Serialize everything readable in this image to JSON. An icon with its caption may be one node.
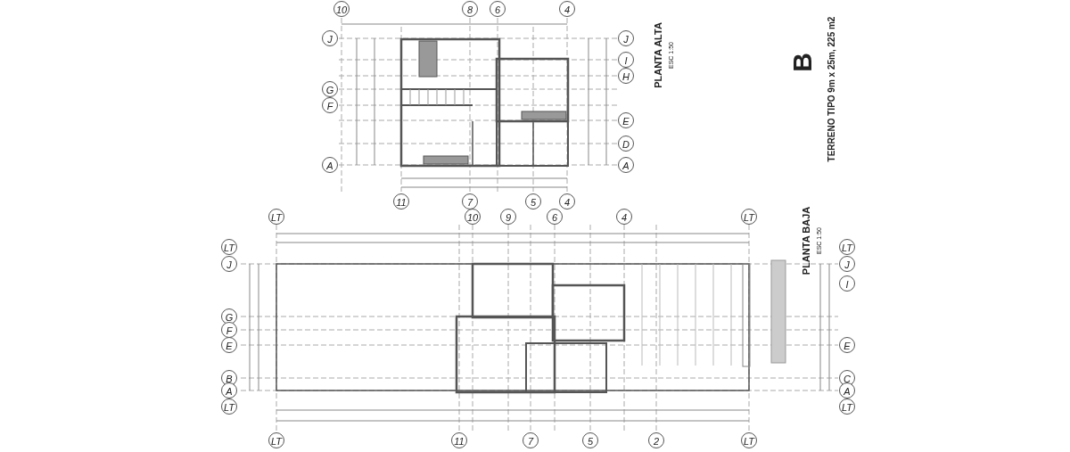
{
  "diagram": {
    "labels": [
      "10",
      "8",
      "6",
      "4",
      "J",
      "G",
      "F",
      "A",
      "J",
      "I",
      "H",
      "E",
      "D",
      "A",
      "PLANTA ALTA",
      "ESC 1:50",
      "B",
      "TERRENO TIPO 9m x 25m, 225 m2",
      "11",
      "7",
      "5",
      "4",
      "LT",
      "10",
      "9",
      "6",
      "4",
      "LT",
      "LT",
      "J",
      "G",
      "F",
      "E",
      "B",
      "A",
      "LT",
      "LT",
      "J",
      "I",
      "E",
      "C",
      "A",
      "LT",
      "PLANTA BAJA",
      "ESC 1:50",
      "LT",
      "11",
      "7",
      "5",
      "2",
      "LT"
    ]
  }
}
